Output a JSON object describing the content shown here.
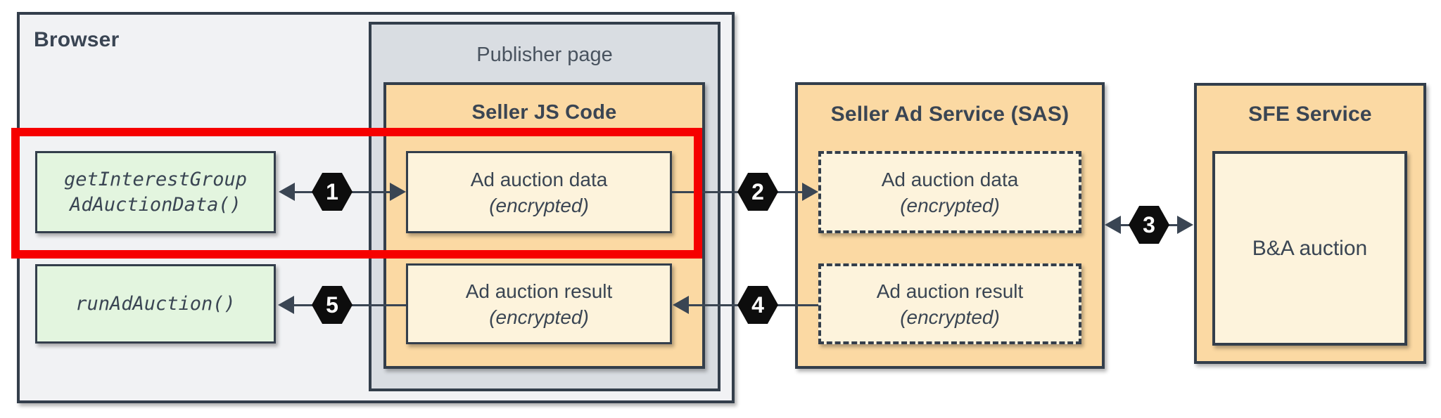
{
  "diagram": {
    "browser": {
      "label": "Browser"
    },
    "publisher": {
      "label": "Publisher page"
    },
    "seller_js": {
      "label": "Seller JS Code",
      "data_box": {
        "line1": "Ad auction data",
        "line2": "(encrypted)"
      },
      "result_box": {
        "line1": "Ad auction result",
        "line2": "(encrypted)"
      }
    },
    "api_calls": {
      "get_interest_group": {
        "line1": "getInterestGroup",
        "line2": "AdAuctionData()"
      },
      "run_ad_auction": {
        "label": "runAdAuction()"
      }
    },
    "sas": {
      "label": "Seller Ad Service (SAS)",
      "data_box": {
        "line1": "Ad auction data",
        "line2": "(encrypted)"
      },
      "result_box": {
        "line1": "Ad auction result",
        "line2": "(encrypted)"
      }
    },
    "sfe": {
      "label": "SFE Service",
      "auction_box": {
        "label": "B&A auction"
      }
    },
    "steps": {
      "s1": "1",
      "s2": "2",
      "s3": "3",
      "s4": "4",
      "s5": "5"
    },
    "colors": {
      "highlight_red": "#f60000",
      "service_orange": "#fbd9a3",
      "box_cream": "#fdf3dc",
      "api_green": "#e3f5df",
      "publisher_gray": "#d9dde2",
      "browser_gray": "#f1f2f4",
      "line_dark": "#3a4553",
      "step_badge_black": "#0d0d0d"
    }
  }
}
